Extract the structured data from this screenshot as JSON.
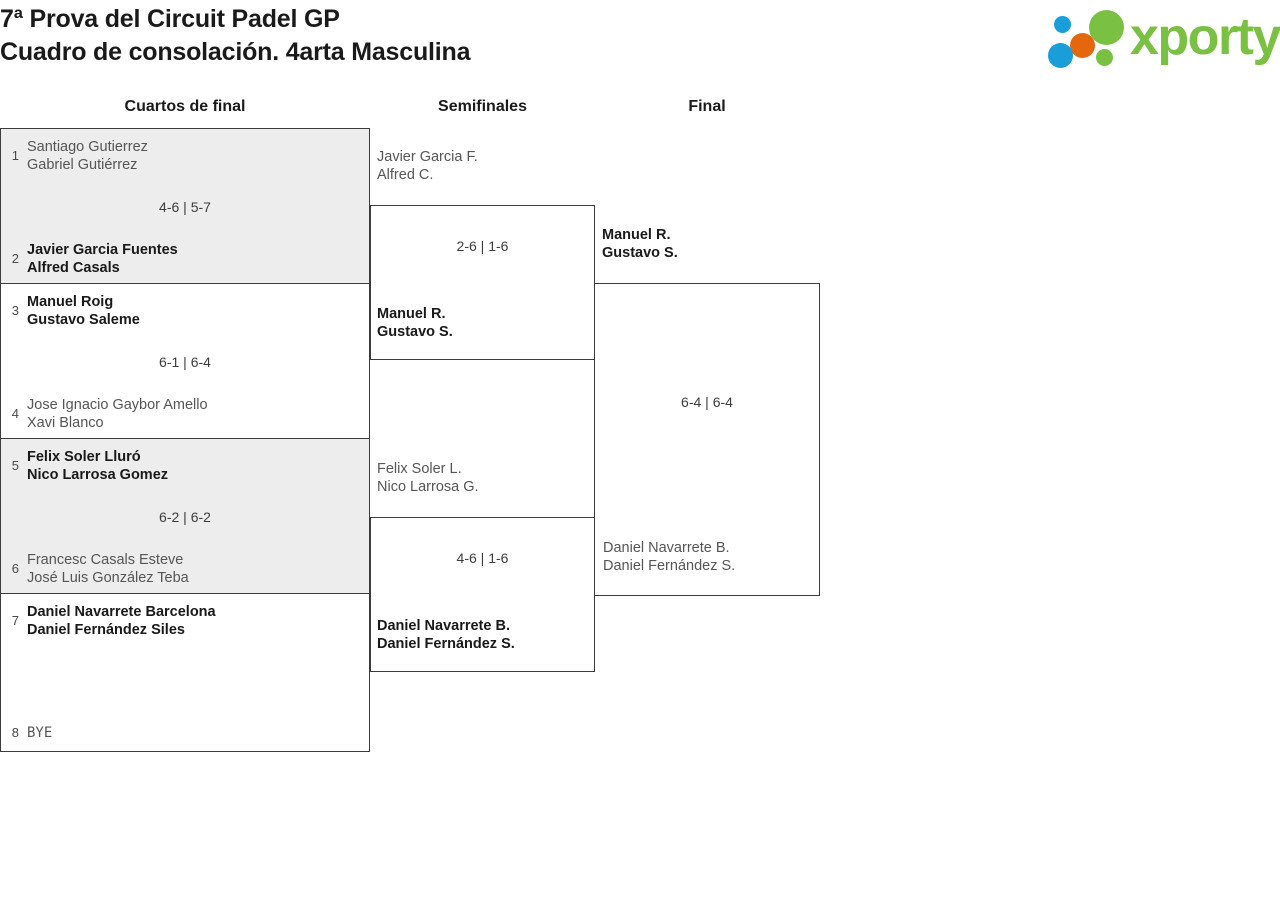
{
  "header": {
    "title_line_1": "7ª Prova del Circuit Padel GP",
    "title_line_2": "Cuadro de consolación. 4arta Masculina",
    "logo_text": "xporty",
    "logo_colors": {
      "blue": "#1a9ed9",
      "orange": "#e4670d",
      "green": "#7ac043"
    }
  },
  "rounds": [
    {
      "label": "Cuartos de final"
    },
    {
      "label": "Semifinales"
    },
    {
      "label": "Final"
    }
  ],
  "colors": {
    "winner_text": "#191919",
    "loser_text": "#555555",
    "shaded_row": "#ededed",
    "border": "#3c3c3c"
  },
  "quarterfinals": [
    {
      "score": "4-6 | 5-7",
      "top": {
        "seed": "1",
        "player1": "Santiago Gutierrez",
        "player2": "Gabriel Gutiérrez",
        "result": "loser"
      },
      "bottom": {
        "seed": "2",
        "player1": "Javier Garcia Fuentes",
        "player2": "Alfred Casals",
        "result": "winner"
      }
    },
    {
      "score": "6-1 | 6-4",
      "top": {
        "seed": "3",
        "player1": "Manuel Roig",
        "player2": "Gustavo Saleme",
        "result": "winner"
      },
      "bottom": {
        "seed": "4",
        "player1": "Jose Ignacio Gaybor Amello",
        "player2": "Xavi Blanco",
        "result": "loser"
      }
    },
    {
      "score": "6-2 | 6-2",
      "top": {
        "seed": "5",
        "player1": "Felix Soler Lluró",
        "player2": "Nico Larrosa Gomez",
        "result": "winner"
      },
      "bottom": {
        "seed": "6",
        "player1": "Francesc Casals Esteve",
        "player2": "José Luis González Teba",
        "result": "loser"
      }
    },
    {
      "score": "",
      "top": {
        "seed": "7",
        "player1": "Daniel Navarrete Barcelona",
        "player2": "Daniel Fernández Siles",
        "result": "winner"
      },
      "bottom": {
        "seed": "8",
        "player1": "BYE",
        "player2": "",
        "result": "bye"
      }
    }
  ],
  "semifinals": [
    {
      "score": "2-6 | 1-6",
      "top": {
        "player1": "Javier Garcia F.",
        "player2": "Alfred C.",
        "result": "loser"
      },
      "bottom": {
        "player1": "Manuel R.",
        "player2": "Gustavo S.",
        "result": "winner"
      }
    },
    {
      "score": "4-6 | 1-6",
      "top": {
        "player1": "Felix Soler L.",
        "player2": "Nico Larrosa G.",
        "result": "loser"
      },
      "bottom": {
        "player1": "Daniel Navarrete B.",
        "player2": "Daniel Fernández S.",
        "result": "winner"
      }
    }
  ],
  "final": {
    "score": "6-4 | 6-4",
    "top": {
      "player1": "Manuel R.",
      "player2": "Gustavo S.",
      "result": "winner"
    },
    "bottom": {
      "player1": "Daniel Navarrete B.",
      "player2": "Daniel Fernández S.",
      "result": "loser"
    }
  }
}
